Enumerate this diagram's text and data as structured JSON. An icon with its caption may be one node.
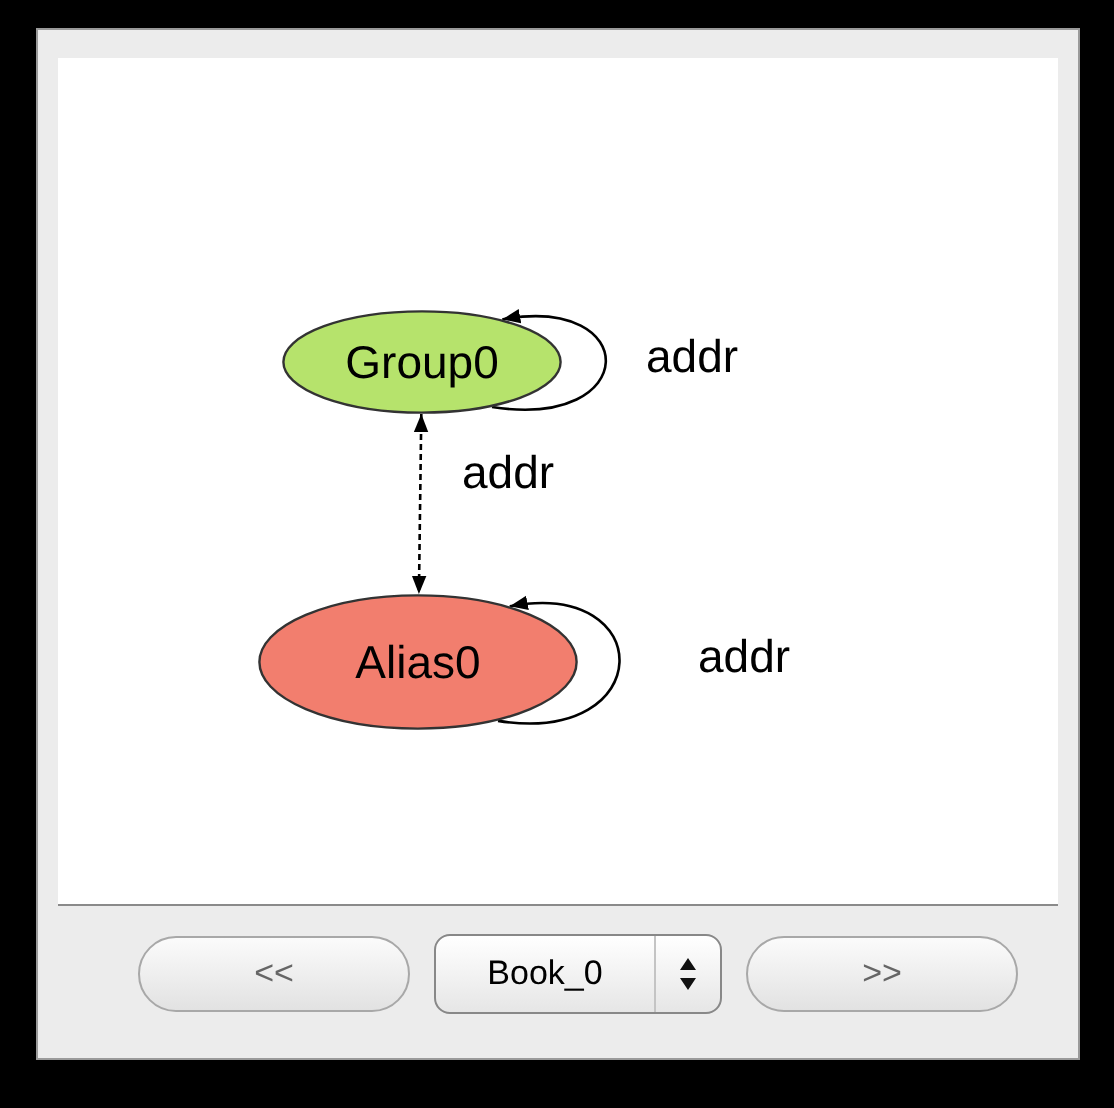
{
  "diagram": {
    "nodes": [
      {
        "text": [
          "Group0"
        ]
      },
      {
        "text": [
          "Alias0"
        ]
      }
    ],
    "edges": [
      {
        "from": 0,
        "to": 0,
        "arrow": "to",
        "label": "addr"
      },
      {
        "from": 0,
        "to": 1,
        "arrow": "both",
        "label": "addr",
        "style": "dashed"
      },
      {
        "from": 1,
        "to": 1,
        "arrow": "to",
        "label": "addr"
      }
    ],
    "labels": [
      "<<",
      "Book_0",
      ">>"
    ]
  }
}
